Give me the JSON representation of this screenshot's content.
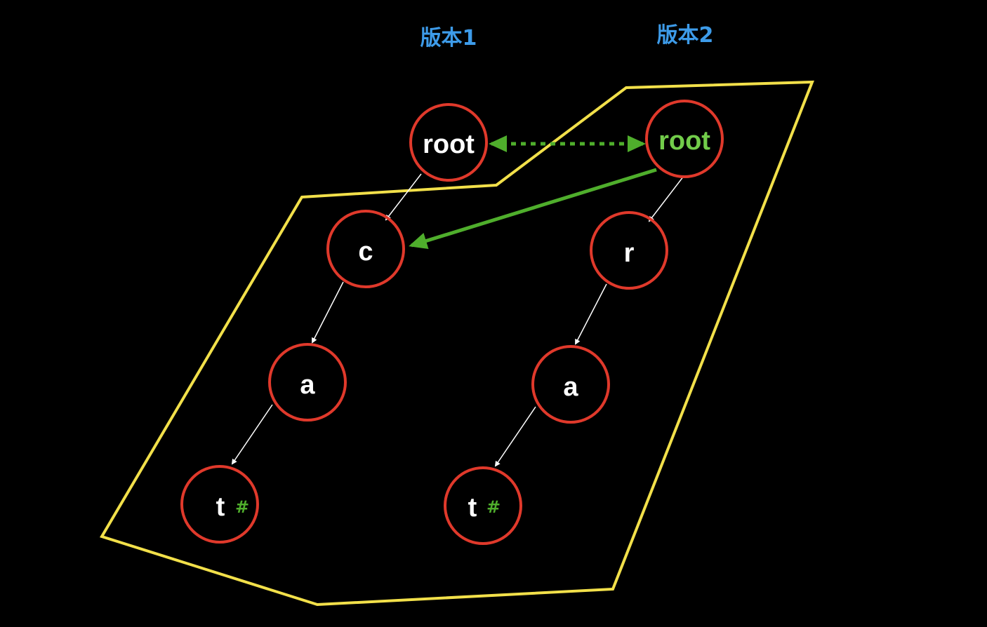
{
  "titles": {
    "version1": "版本1",
    "version2": "版本2"
  },
  "colors": {
    "title": "#3d9be9",
    "node_border": "#e0392b",
    "highlight": "#4fae2c",
    "boundary": "#f2e04a",
    "edge": "#ffffff"
  },
  "version1": {
    "root": "root",
    "c": "c",
    "a": "a",
    "t": "t",
    "end_mark": "#"
  },
  "version2": {
    "root": "root",
    "r": "r",
    "a": "a",
    "t": "t",
    "end_mark": "#"
  }
}
